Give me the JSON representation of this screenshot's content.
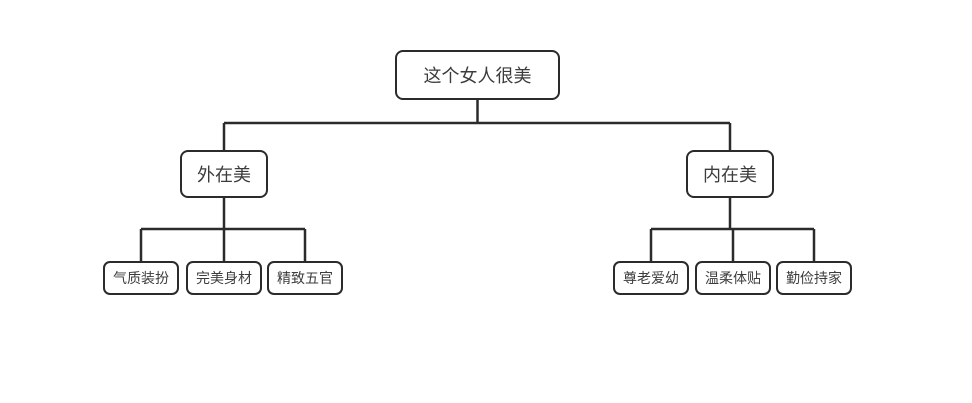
{
  "diagram": {
    "title": "beauty-mind-map",
    "root": {
      "label": "这个女人很美"
    },
    "branches": [
      {
        "label": "外在美",
        "children": [
          {
            "label": "气质装扮"
          },
          {
            "label": "完美身材"
          },
          {
            "label": "精致五官"
          }
        ]
      },
      {
        "label": "内在美",
        "children": [
          {
            "label": "尊老爱幼"
          },
          {
            "label": "温柔体贴"
          },
          {
            "label": "勤俭持家"
          }
        ]
      }
    ],
    "colors": {
      "background": "#ffffff",
      "node_border": "#2b2b2b",
      "node_fill": "#ffffff",
      "node_text": "#3c3c3c",
      "connector": "#2b2b2b"
    }
  }
}
